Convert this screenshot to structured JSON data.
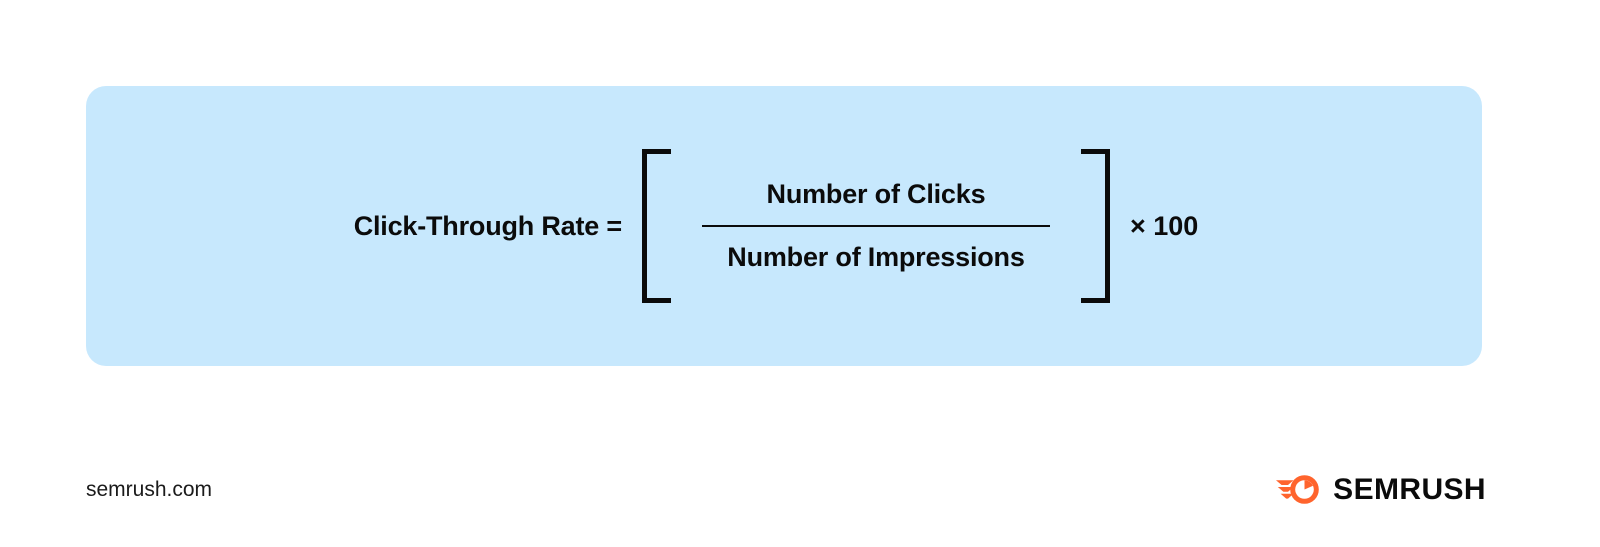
{
  "panel": {
    "background_color": "#c7e8fd",
    "formula": {
      "left_side": "Click-Through Rate =",
      "numerator": "Number of Clicks",
      "denominator": "Number of Impressions",
      "multiplier": "× 100",
      "bracket_left": "[",
      "bracket_right": "]"
    }
  },
  "footer": {
    "domain": "semrush.com",
    "brand_name": "SEMRUSH",
    "brand_color": "#ff642d",
    "text_color": "#0b0b0b"
  }
}
